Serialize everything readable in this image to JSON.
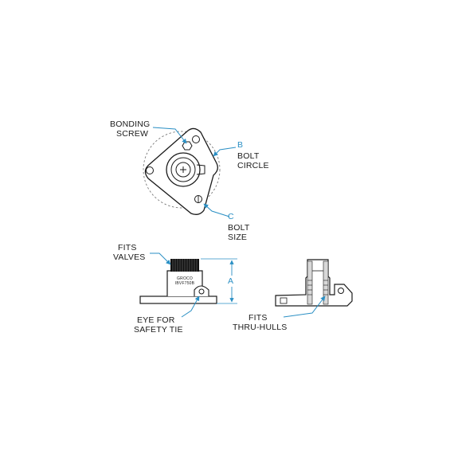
{
  "labels": {
    "bonding_screw": [
      "BONDING",
      "SCREW"
    ],
    "bolt_circle": {
      "letter": "B",
      "lines": [
        "BOLT",
        "CIRCLE"
      ]
    },
    "bolt_size": {
      "letter": "C",
      "lines": [
        "BOLT",
        "SIZE"
      ]
    },
    "fits_valves": [
      "FITS",
      "VALVES"
    ],
    "dimension_a": "A",
    "eye_for_safety_tie": [
      "EYE FOR",
      "SAFETY TIE"
    ],
    "fits_thru_hulls": [
      "FITS",
      "THRU-HULLS"
    ],
    "part_marking": [
      "GROCO",
      "IBVF750B"
    ]
  },
  "colors": {
    "line": "#1a1a1a",
    "leader": "#2a8fc4",
    "shade": "#d8d8d8",
    "dark": "#111111"
  }
}
